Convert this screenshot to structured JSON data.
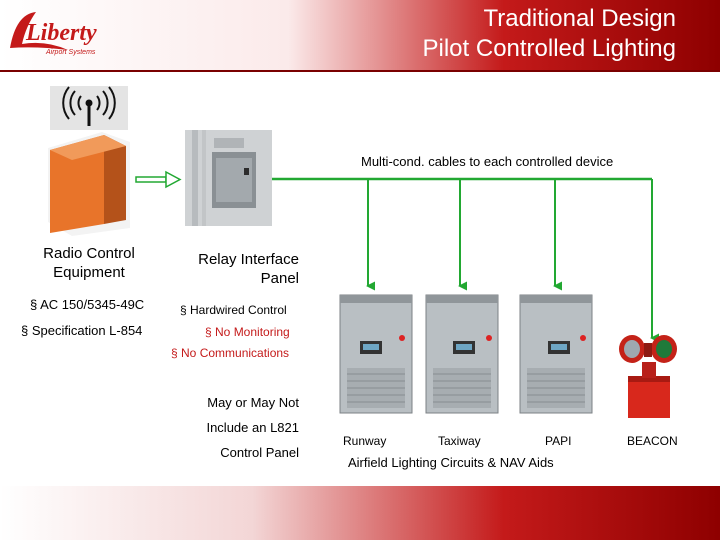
{
  "header": {
    "title_line1": "Traditional Design",
    "title_line2": "Pilot Controlled Lighting"
  },
  "logo": {
    "brand": "Liberty",
    "subtitle": "Airport Systems"
  },
  "cables_label": "Multi-cond. cables to each controlled device",
  "radio": {
    "label_line1": "Radio Control",
    "label_line2": "Equipment",
    "bullets": [
      "AC 150/5345-49C",
      "Specification L-854"
    ]
  },
  "relay": {
    "label_line1": "Relay  Interface",
    "label_line2": "Panel",
    "bullets": [
      "Hardwired Control",
      "No Monitoring",
      "No Communications"
    ]
  },
  "l821_note": [
    "May or May Not",
    "Include an L821",
    "Control  Panel"
  ],
  "devices": [
    {
      "label": "Runway"
    },
    {
      "label": "Taxiway"
    },
    {
      "label": "PAPI"
    },
    {
      "label": "BEACON"
    }
  ],
  "circuits_caption": "Airfield Lighting Circuits & NAV Aids",
  "colors": {
    "accent_red": "#c41a1a",
    "line_green": "#22a832",
    "cabinet_orange": "#e8742a"
  }
}
